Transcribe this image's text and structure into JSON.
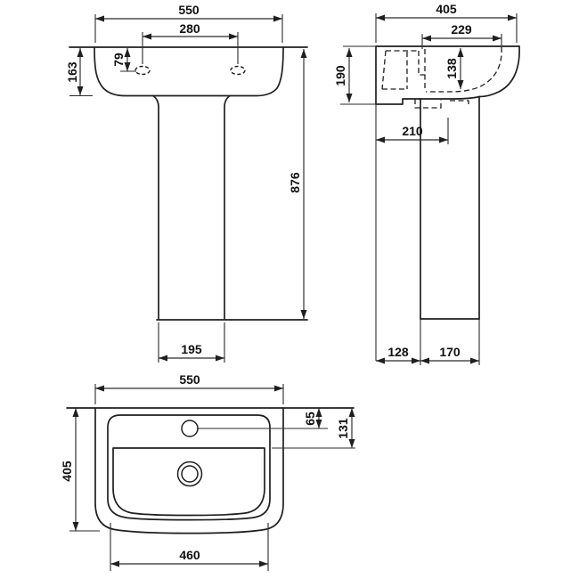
{
  "meta": {
    "type": "technical dimension drawing",
    "subject": "pedestal wash basin - front, side and plan views",
    "unit": "mm",
    "line_color": "#1f1f1f",
    "background_color": "#ffffff"
  },
  "front_view": {
    "overall_width": "550",
    "tap_hole_centres": "280",
    "tap_hole_drop": "79",
    "basin_height": "163",
    "overall_height": "876",
    "pedestal_width": "195"
  },
  "side_view": {
    "overall_depth": "405",
    "bowl_depth": "229",
    "bowl_height": "138",
    "basin_front_height": "190",
    "outlet_from_wall": "210",
    "wall_to_pedestal": "128",
    "pedestal_depth": "170"
  },
  "plan_view": {
    "overall_width": "550",
    "tap_hole_from_back": "65",
    "bowl_from_back": "131",
    "overall_depth": "405",
    "bowl_width": "460"
  }
}
